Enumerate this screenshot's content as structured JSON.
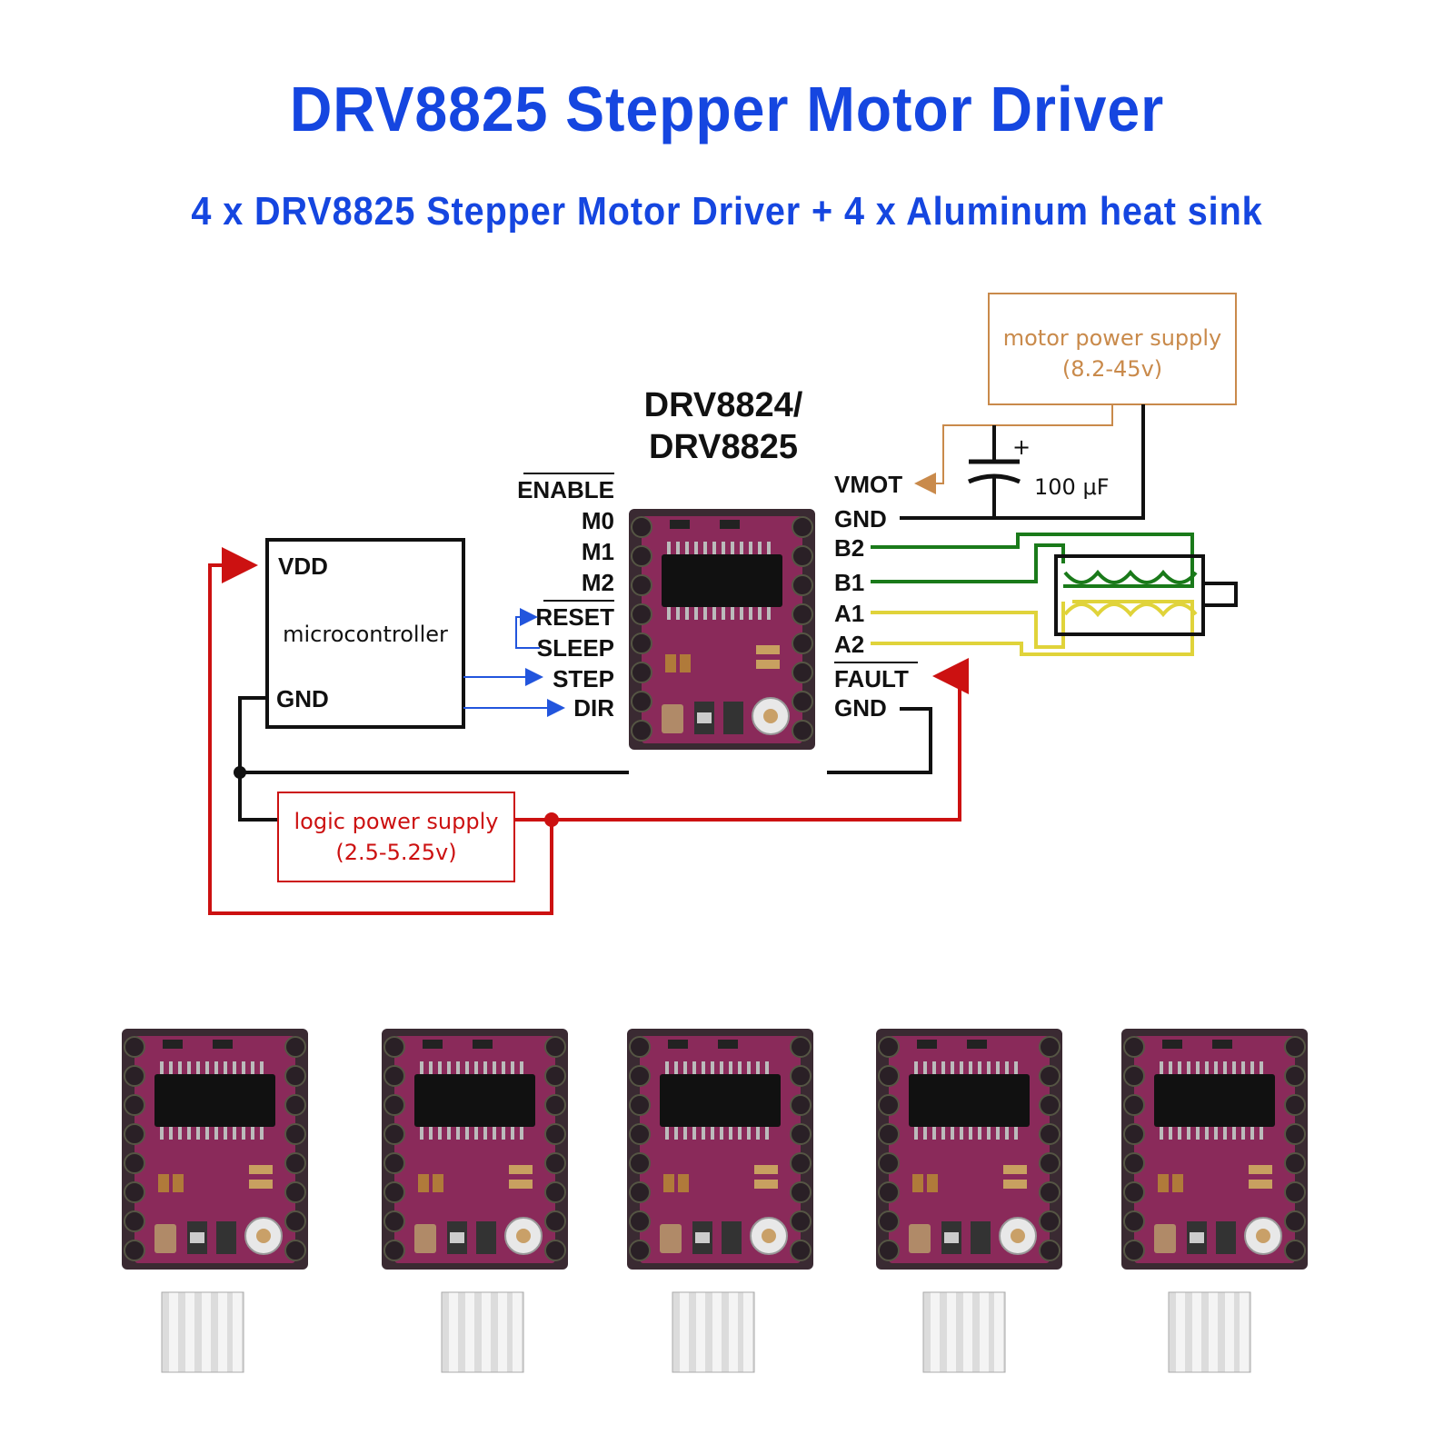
{
  "header": {
    "title": "DRV8825 Stepper Motor Driver",
    "subtitle": "4 x DRV8825 Stepper Motor Driver + 4 x Aluminum heat sink"
  },
  "diagram": {
    "chip_label_line1": "DRV8824/",
    "chip_label_line2": "DRV8825",
    "left_pins": [
      "ENABLE",
      "M0",
      "M1",
      "M2",
      "RESET",
      "SLEEP",
      "STEP",
      "DIR"
    ],
    "right_pins": [
      "VMOT",
      "GND",
      "B2",
      "B1",
      "A1",
      "A2",
      "FAULT",
      "GND"
    ],
    "microcontroller": {
      "label": "microcontroller",
      "vdd": "VDD",
      "gnd": "GND"
    },
    "motor_supply": {
      "line1": "motor power supply",
      "line2": "(8.2-45v)"
    },
    "logic_supply": {
      "line1": "logic power supply",
      "line2": "(2.5-5.25v)"
    },
    "capacitor": {
      "value": "100 μF",
      "plus": "+"
    }
  },
  "colors": {
    "title": "#1546e0",
    "motor_supply": "#c98a4b",
    "logic_supply": "#cc1111",
    "signal": "#2255dd",
    "coil_b": "#1a7a1a",
    "coil_a": "#e0d33a",
    "pcb": "#7a2450"
  },
  "products": {
    "module_count": 5,
    "heatsink_count": 5
  }
}
